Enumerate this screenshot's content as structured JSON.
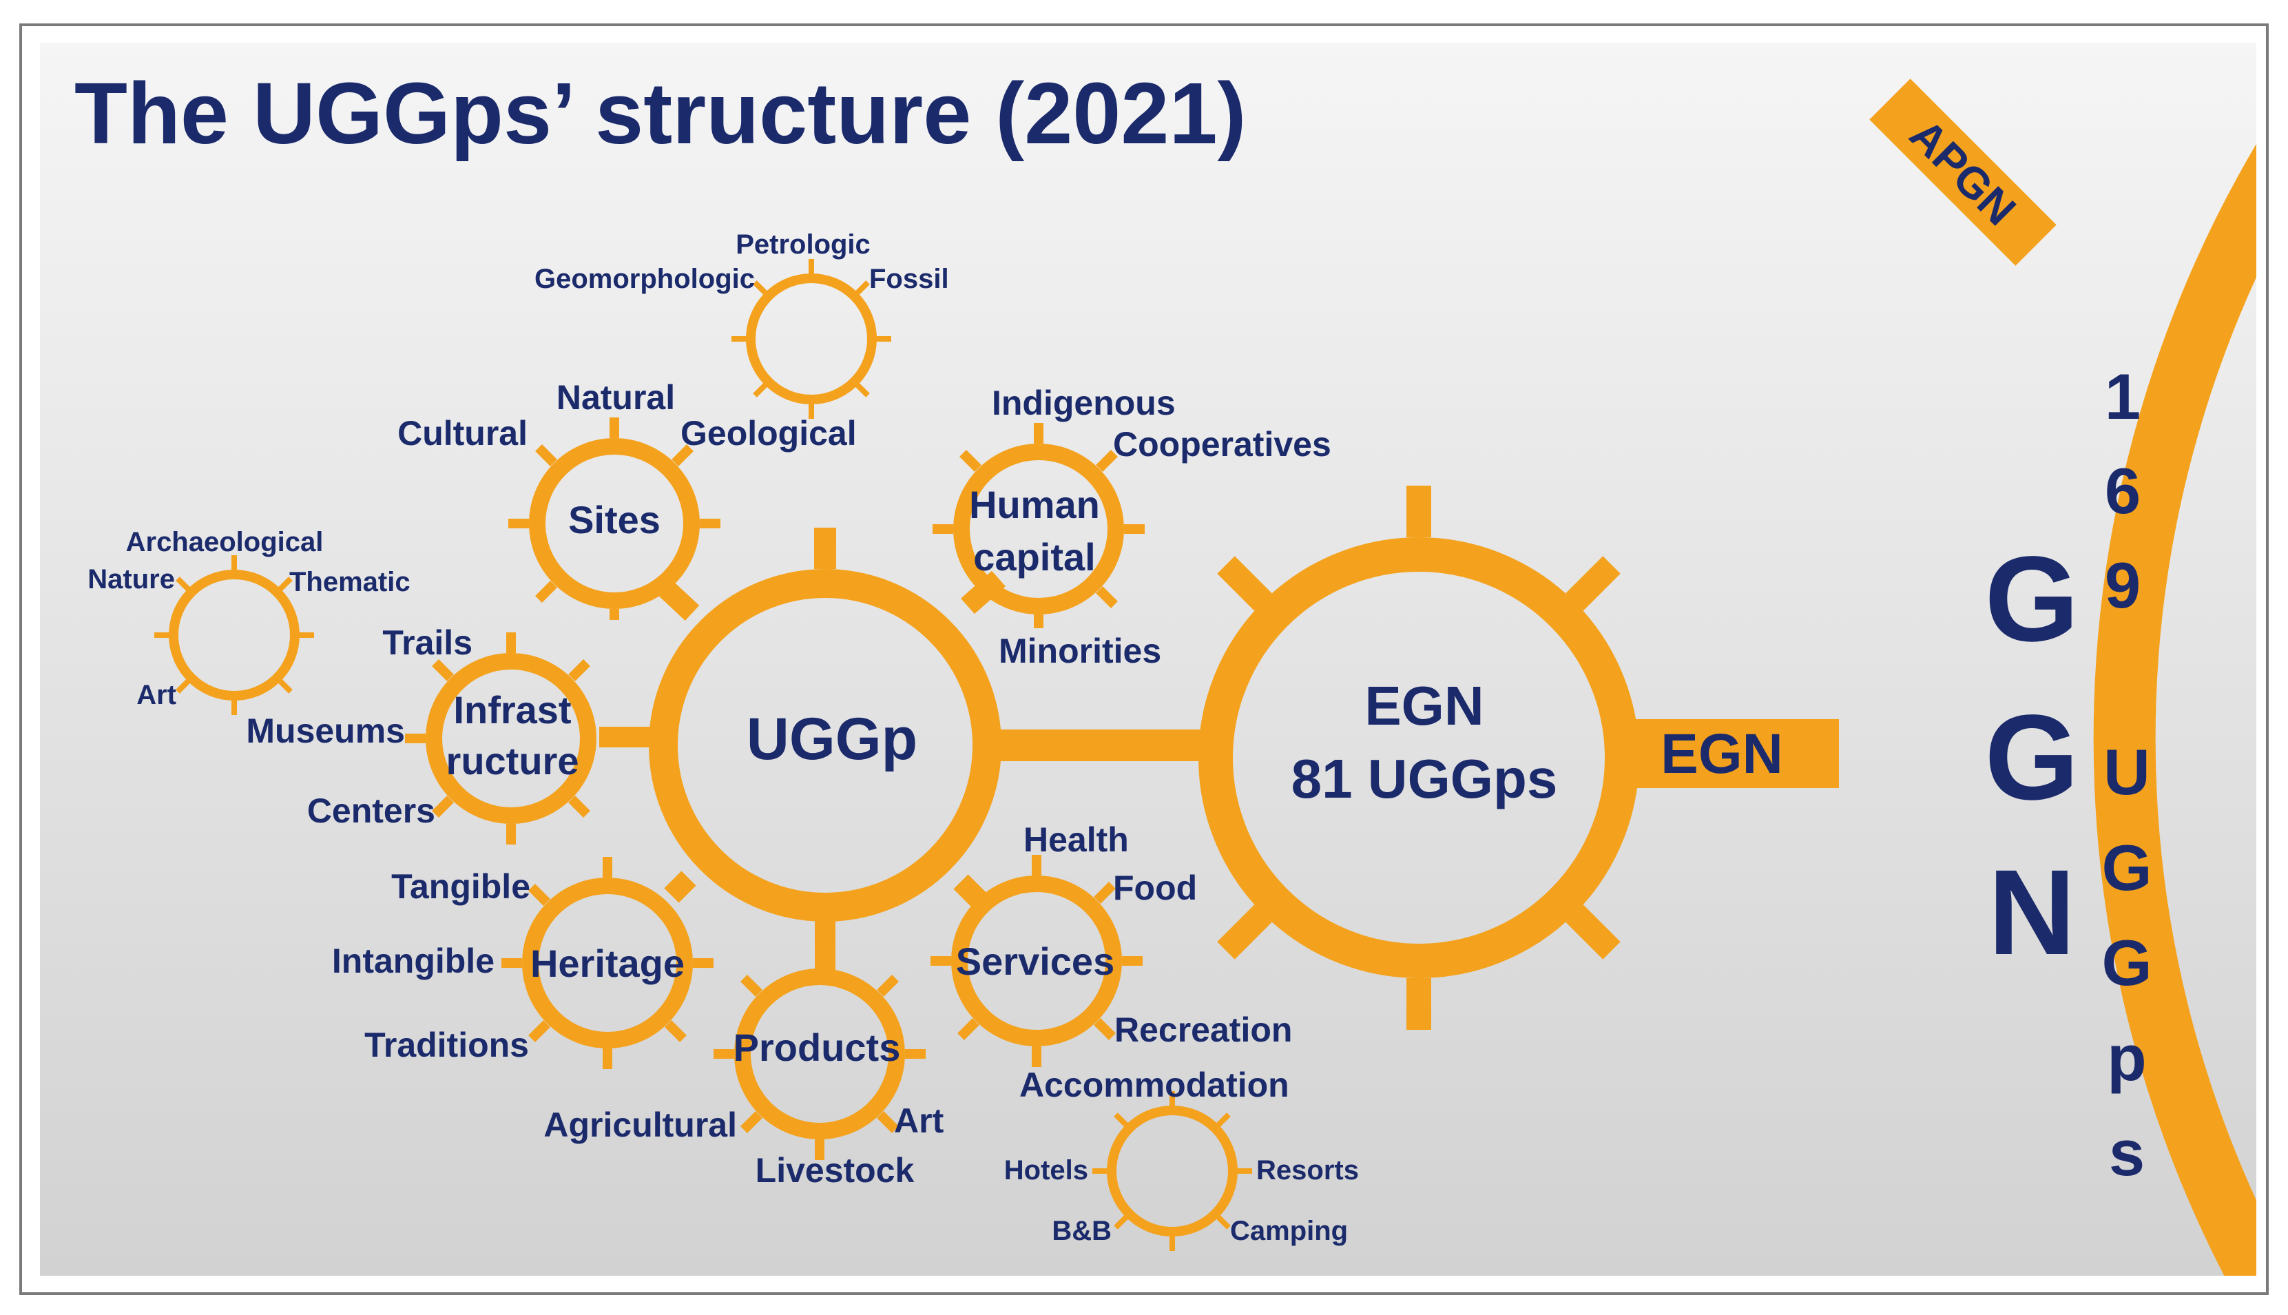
{
  "title": "The UGGps’ structure (2021)",
  "colors": {
    "accent": "#f4a21d",
    "text": "#1b2a6b",
    "bg_top": "#f4f4f4",
    "bg_bottom": "#d3d3d3"
  },
  "center": {
    "label": "UGGp"
  },
  "egn_circle": {
    "line1": "EGN",
    "line2": "81 UGGps"
  },
  "egn_bar_label": "EGN",
  "ggn": {
    "letters": [
      "G",
      "G",
      "N"
    ],
    "count_digits": [
      "1",
      "6",
      "9"
    ],
    "suffix_letters": [
      "U",
      "G",
      "G",
      "p",
      "s"
    ],
    "apgn_label": "APGN"
  },
  "nodes": {
    "sites": {
      "label": "Sites",
      "items": [
        "Natural",
        "Cultural",
        "Geological"
      ]
    },
    "geological": {
      "items": [
        "Petrologic",
        "Geomorphologic",
        "Fossil"
      ]
    },
    "human_capital": {
      "label_lines": [
        "Human",
        "capital"
      ],
      "items": [
        "Indigenous",
        "Cooperatives",
        "Minorities"
      ]
    },
    "infrastructure": {
      "label_lines": [
        "Infrast",
        "ructure"
      ],
      "items": [
        "Trails",
        "Museums",
        "Centers"
      ]
    },
    "museums": {
      "items": [
        "Archaeological",
        "Nature",
        "Thematic",
        "Art"
      ]
    },
    "heritage": {
      "label": "Heritage",
      "items": [
        "Tangible",
        "Intangible",
        "Traditions"
      ]
    },
    "products": {
      "label": "Products",
      "items": [
        "Agricultural",
        "Art",
        "Livestock"
      ]
    },
    "services": {
      "label": "Services",
      "items": [
        "Health",
        "Food",
        "Recreation",
        "Accommodation"
      ]
    },
    "accommodation": {
      "items": [
        "Hotels",
        "Resorts",
        "B&B",
        "Camping"
      ]
    }
  }
}
